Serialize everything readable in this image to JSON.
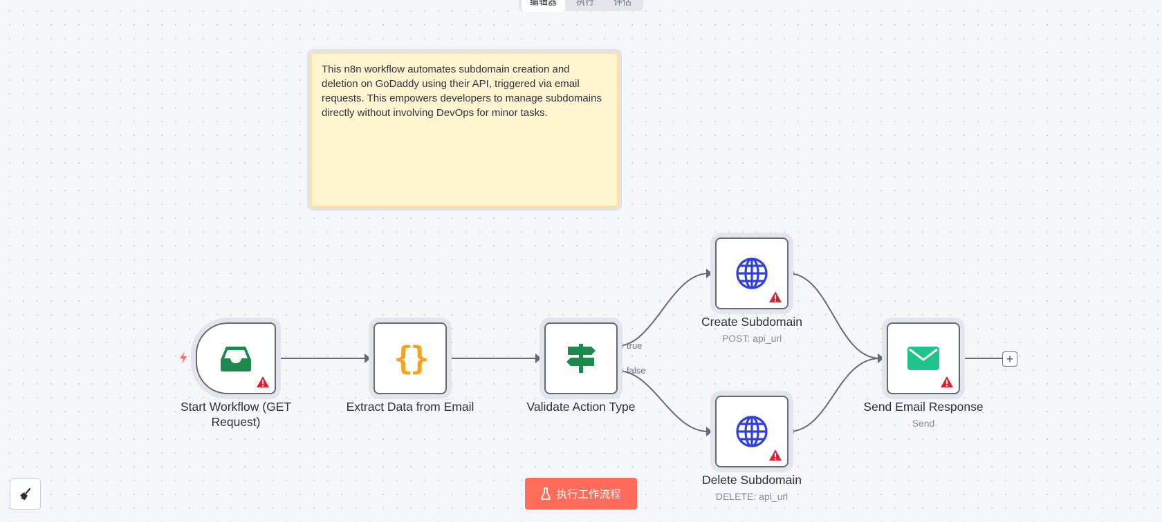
{
  "tabs": [
    {
      "label": "编辑器",
      "active": true
    },
    {
      "label": "执行",
      "active": false
    },
    {
      "label": "评估",
      "active": false
    }
  ],
  "sticky_note": {
    "text": "This n8n workflow automates subdomain creation and deletion on GoDaddy using their API, triggered via email requests. This empowers developers to manage subdomains directly without involving DevOps for minor tasks."
  },
  "nodes": {
    "start": {
      "label": "Start Workflow (GET Request)",
      "icon": "inbox-icon",
      "icon_color": "#1c8a4c",
      "warning": true
    },
    "extract": {
      "label": "Extract Data from Email",
      "icon": "braces-icon",
      "icon_color": "#f7a21b"
    },
    "validate": {
      "label": "Validate Action Type",
      "icon": "signpost-icon",
      "icon_color": "#1c8a4c",
      "outputs": [
        "true",
        "false"
      ]
    },
    "create": {
      "label": "Create Subdomain",
      "subtitle": "POST: api_url",
      "icon": "globe-icon",
      "icon_color": "#2f3fe0",
      "warning": true
    },
    "delete": {
      "label": "Delete Subdomain",
      "subtitle": "DELETE: api_url",
      "icon": "globe-icon",
      "icon_color": "#2f3fe0",
      "warning": true
    },
    "send": {
      "label": "Send Email Response",
      "subtitle": "Send",
      "icon": "envelope-icon",
      "icon_color": "#1fc48d",
      "warning": true
    }
  },
  "canvas": {
    "execute_button_label": "执行工作流程",
    "add_node_symbol": "+"
  },
  "colors": {
    "warning": "#e5202e",
    "accent": "#ff6d5a",
    "edge": "#636a75"
  }
}
